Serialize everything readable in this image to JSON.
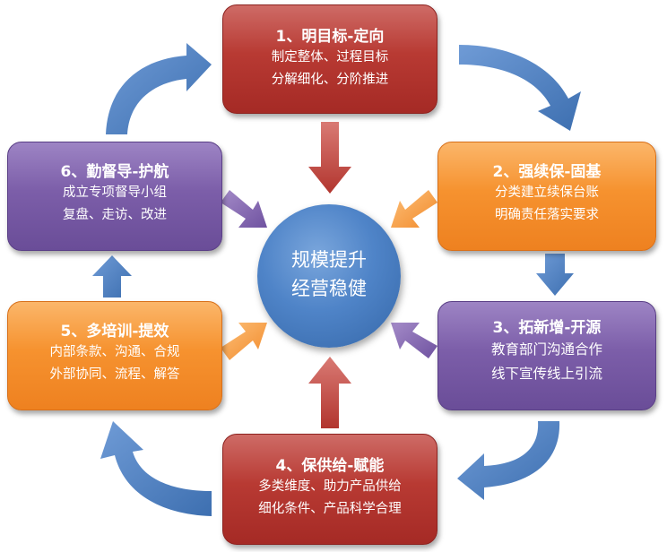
{
  "center": {
    "line1": "规模提升",
    "line2": "经营稳健"
  },
  "boxes": [
    {
      "title": "1、明目标-定向",
      "lines": [
        "制定整体、过程目标",
        "分解细化、分阶推进"
      ]
    },
    {
      "title": "2、强续保-固基",
      "lines": [
        "分类建立续保台账",
        "明确责任落实要求"
      ]
    },
    {
      "title": "3、拓新增-开源",
      "lines": [
        "教育部门沟通合作",
        "线下宣传线上引流"
      ]
    },
    {
      "title": "4、保供给-赋能",
      "lines": [
        "多类维度、助力产品供给",
        "细化条件、产品科学合理"
      ]
    },
    {
      "title": "5、多培训-提效",
      "lines": [
        "内部条款、沟通、合规",
        "外部协同、流程、解答"
      ]
    },
    {
      "title": "6、勤督导-护航",
      "lines": [
        "成立专项督导小组",
        "复盘、走访、改进"
      ]
    }
  ],
  "colors": {
    "red": "#b83a33",
    "orange": "#f6922f",
    "purple": "#7c5ea9",
    "blue_arrow": "#4a7ebf",
    "center": "#4f84c8"
  }
}
